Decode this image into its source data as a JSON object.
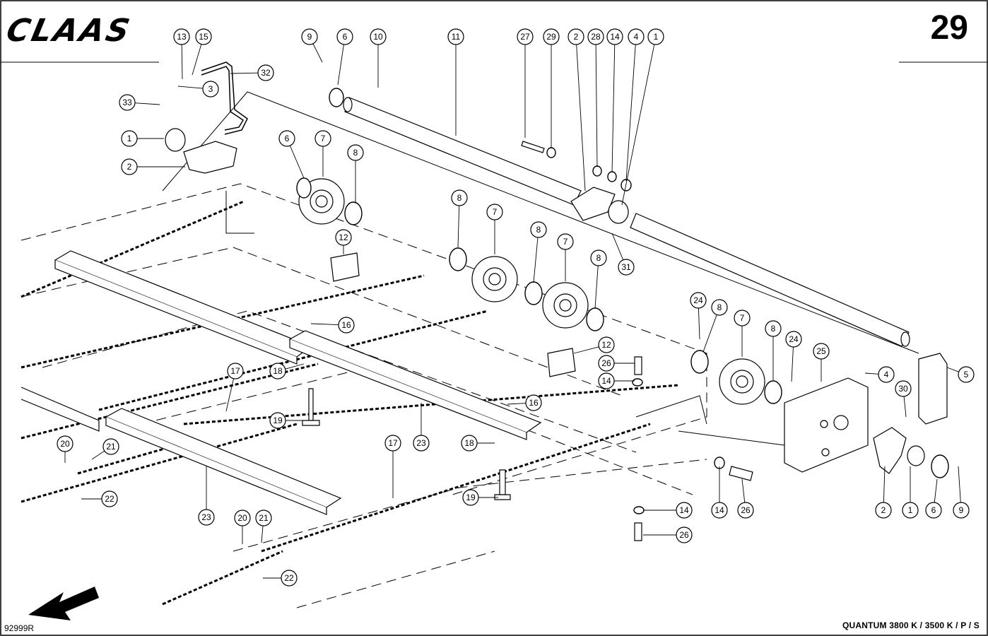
{
  "header": {
    "brand": "CLAAS",
    "page_number": "29"
  },
  "footer": {
    "drawing_code": "92999R",
    "model": "QUANTUM 3800 K / 3500 K / P / S"
  },
  "callouts": [
    {
      "id": "c13",
      "label": "13"
    },
    {
      "id": "c15",
      "label": "15"
    },
    {
      "id": "c32",
      "label": "32"
    },
    {
      "id": "c3",
      "label": "3"
    },
    {
      "id": "c33",
      "label": "33"
    },
    {
      "id": "c1a",
      "label": "1"
    },
    {
      "id": "c2a",
      "label": "2"
    },
    {
      "id": "c9a",
      "label": "9"
    },
    {
      "id": "c6a",
      "label": "6"
    },
    {
      "id": "c10",
      "label": "10"
    },
    {
      "id": "c11",
      "label": "11"
    },
    {
      "id": "c27",
      "label": "27"
    },
    {
      "id": "c29",
      "label": "29"
    },
    {
      "id": "c2b",
      "label": "2"
    },
    {
      "id": "c28",
      "label": "28"
    },
    {
      "id": "c14a",
      "label": "14"
    },
    {
      "id": "c4a",
      "label": "4"
    },
    {
      "id": "c1b",
      "label": "1"
    },
    {
      "id": "c6b",
      "label": "6"
    },
    {
      "id": "c7a",
      "label": "7"
    },
    {
      "id": "c8a",
      "label": "8"
    },
    {
      "id": "c12a",
      "label": "12"
    },
    {
      "id": "c8b",
      "label": "8"
    },
    {
      "id": "c7b",
      "label": "7"
    },
    {
      "id": "c8c",
      "label": "8"
    },
    {
      "id": "c7c",
      "label": "7"
    },
    {
      "id": "c8d",
      "label": "8"
    },
    {
      "id": "c31",
      "label": "31"
    },
    {
      "id": "c24a",
      "label": "24"
    },
    {
      "id": "c8e",
      "label": "8"
    },
    {
      "id": "c7d",
      "label": "7"
    },
    {
      "id": "c8f",
      "label": "8"
    },
    {
      "id": "c24b",
      "label": "24"
    },
    {
      "id": "c25",
      "label": "25"
    },
    {
      "id": "c16a",
      "label": "16"
    },
    {
      "id": "c12b",
      "label": "12"
    },
    {
      "id": "c26a",
      "label": "26"
    },
    {
      "id": "c14b",
      "label": "14"
    },
    {
      "id": "c4b",
      "label": "4"
    },
    {
      "id": "c5",
      "label": "5"
    },
    {
      "id": "c30",
      "label": "30"
    },
    {
      "id": "c18a",
      "label": "18"
    },
    {
      "id": "c17a",
      "label": "17"
    },
    {
      "id": "c19a",
      "label": "19"
    },
    {
      "id": "c16b",
      "label": "16"
    },
    {
      "id": "c23a",
      "label": "23"
    },
    {
      "id": "c17b",
      "label": "17"
    },
    {
      "id": "c18b",
      "label": "18"
    },
    {
      "id": "c20a",
      "label": "20"
    },
    {
      "id": "c21a",
      "label": "21"
    },
    {
      "id": "c22a",
      "label": "22"
    },
    {
      "id": "c23b",
      "label": "23"
    },
    {
      "id": "c19b",
      "label": "19"
    },
    {
      "id": "c14c",
      "label": "14"
    },
    {
      "id": "c26b",
      "label": "26"
    },
    {
      "id": "c14d",
      "label": "14"
    },
    {
      "id": "c26c",
      "label": "26"
    },
    {
      "id": "c20b",
      "label": "20"
    },
    {
      "id": "c21b",
      "label": "21"
    },
    {
      "id": "c22b",
      "label": "22"
    },
    {
      "id": "c2c",
      "label": "2"
    },
    {
      "id": "c1c",
      "label": "1"
    },
    {
      "id": "c6c",
      "label": "6"
    },
    {
      "id": "c9b",
      "label": "9"
    }
  ]
}
